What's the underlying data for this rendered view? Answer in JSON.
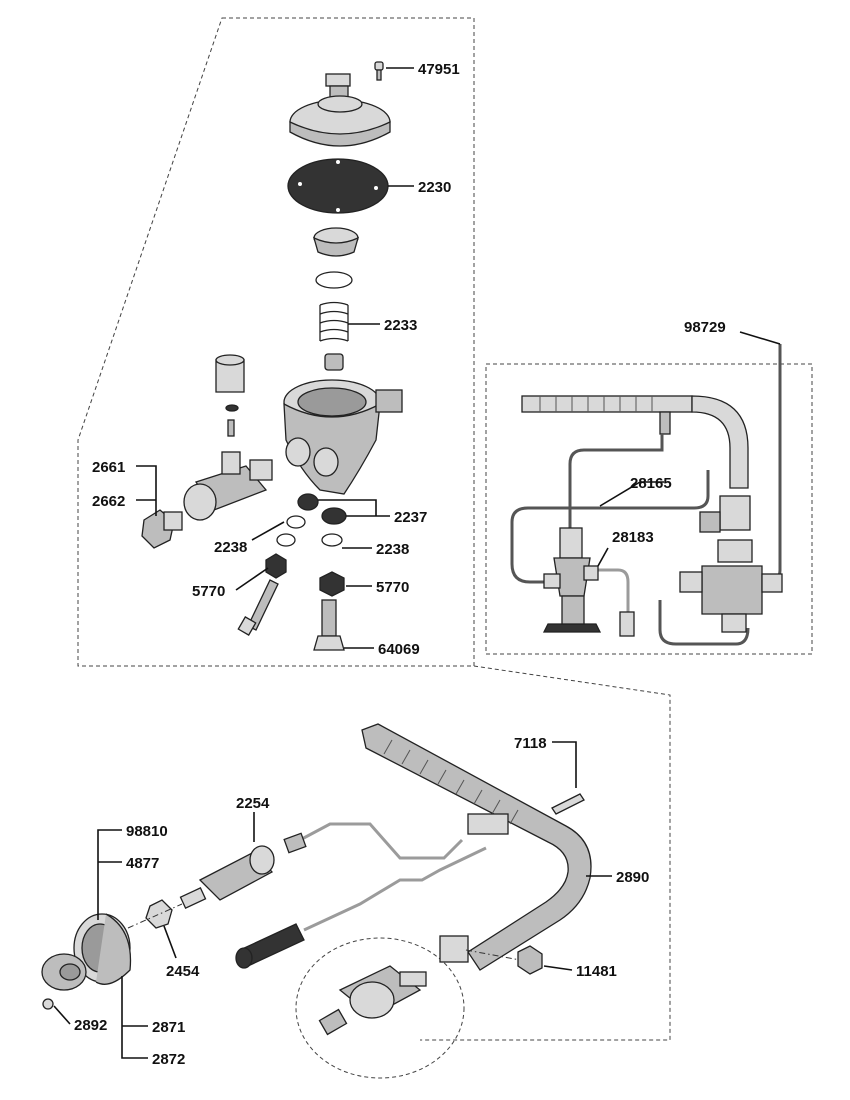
{
  "labels": {
    "p47951": "47951",
    "p2230": "2230",
    "p2233": "2233",
    "p2661": "2661",
    "p2662": "2662",
    "p2237": "2237",
    "p2238a": "2238",
    "p2238b": "2238",
    "p5770a": "5770",
    "p5770b": "5770",
    "p64069": "64069",
    "p98729": "98729",
    "p28165": "28165",
    "p28183": "28183",
    "p7118": "7118",
    "p2254": "2254",
    "p98810": "98810",
    "p4877": "4877",
    "p2890": "2890",
    "p2454": "2454",
    "p11481": "11481",
    "p2892": "2892",
    "p2871": "2871",
    "p2872": "2872"
  }
}
